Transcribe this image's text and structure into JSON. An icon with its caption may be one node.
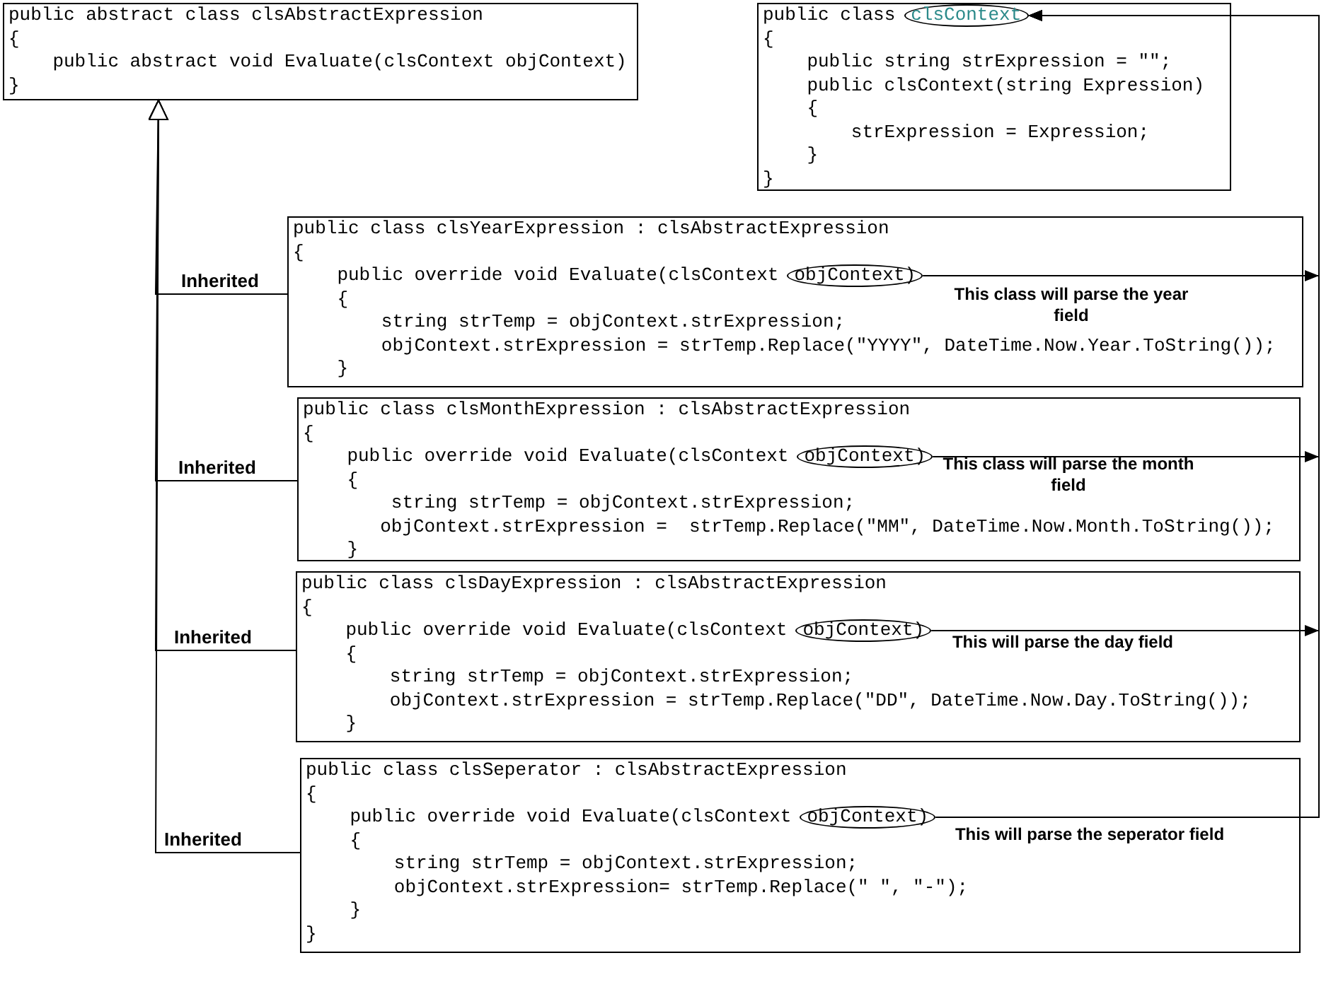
{
  "diagram": {
    "nodes": [
      {
        "text": [
          "public abstract class clsAbstractExpression",
          "{",
          "public abstract void Evaluate(clsContext objContext)",
          "}"
        ]
      },
      {
        "text": [
          "public class",
          "{",
          "public string strExpression = \"\";",
          "public clsContext(string Expression)",
          "{",
          "strExpression = Expression;",
          "}",
          "}"
        ]
      },
      {
        "text": [
          "clsContext"
        ],
        "in": 1
      },
      {
        "text": [
          "public class clsYearExpression : clsAbstractExpression",
          "{",
          "public override void Evaluate(clsContext",
          "{",
          "string strTemp = objContext.strExpression;",
          "objContext.strExpression = strTemp.Replace(\"YYYY\", DateTime.Now.Year.ToString());",
          "}"
        ]
      },
      {
        "text": [
          "objContext)"
        ],
        "in": 3
      },
      {
        "text": [
          "public class clsMonthExpression : clsAbstractExpression",
          "{",
          "public override void Evaluate(clsContext",
          "{",
          "string strTemp = objContext.strExpression;",
          "objContext.strExpression =  strTemp.Replace(\"MM\", DateTime.Now.Month.ToString());",
          "}"
        ]
      },
      {
        "text": [
          "objContext)"
        ],
        "in": 5
      },
      {
        "text": [
          "public class clsDayExpression : clsAbstractExpression",
          "{",
          "public override void Evaluate(clsContext",
          "{",
          "string strTemp = objContext.strExpression;",
          "objContext.strExpression = strTemp.Replace(\"DD\", DateTime.Now.Day.ToString());",
          "}"
        ]
      },
      {
        "text": [
          "objContext)"
        ],
        "in": 7
      },
      {
        "text": [
          "public class clsSeperator : clsAbstractExpression",
          "{",
          "public override void Evaluate(clsContext",
          "{",
          "string strTemp = objContext.strExpression;",
          "objContext.strExpression= strTemp.Replace(\" \", \"-\");",
          "}",
          "}"
        ]
      },
      {
        "text": [
          "objContext)"
        ],
        "in": 9
      }
    ],
    "edges": [
      {
        "from": 3,
        "to": 0,
        "arrow": "to",
        "label": "Inherited"
      },
      {
        "from": 5,
        "to": 0,
        "arrow": "to",
        "label": "Inherited"
      },
      {
        "from": 7,
        "to": 0,
        "arrow": "to",
        "label": "Inherited"
      },
      {
        "from": 9,
        "to": 0,
        "arrow": "to",
        "label": "Inherited"
      },
      {
        "from": 4,
        "to": 2,
        "arrow": "to"
      },
      {
        "from": 6,
        "to": 2,
        "arrow": "to"
      },
      {
        "from": 8,
        "to": 2,
        "arrow": "to"
      },
      {
        "from": 10,
        "to": 2,
        "arrow": "to"
      }
    ],
    "labels": [
      "This class will parse the year field",
      "This class will parse the month field",
      "This will parse the day field",
      "This will parse the seperator field"
    ]
  }
}
